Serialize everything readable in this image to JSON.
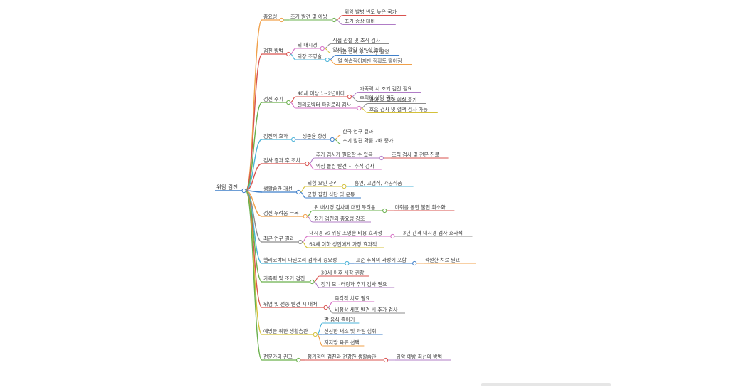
{
  "mindmap": {
    "root": "위암 검진",
    "branches": [
      {
        "label": "중요성",
        "color": "#f0a04a",
        "children": [
          {
            "label": "조기 발견 및 예방",
            "color": "#6ab04c",
            "children": [
              {
                "label": "위암 발병 빈도 높은 국가",
                "color": "#d9534f"
              },
              {
                "label": "조기 증상 대비",
                "color": "#b07cc6"
              }
            ]
          }
        ]
      },
      {
        "label": "검진 방법",
        "color": "#d9534f",
        "children": [
          {
            "label": "위 내시경",
            "color": "#d66fc5",
            "children": [
              {
                "label": "직접 관찰 및 조직 검사",
                "color": "#8c8c8c"
              },
              {
                "label": "암세포 확인 신뢰성 높음",
                "color": "#d4c13a"
              }
            ]
          },
          {
            "label": "위장 조영술",
            "color": "#4bb3d8",
            "children": [
              {
                "label": "바륨 섭취 후 X-ray 촬영",
                "color": "#3f7fc9"
              },
              {
                "label": "덜 침습적이지만 정확도 떨어짐",
                "color": "#f0a04a"
              }
            ]
          }
        ]
      },
      {
        "label": "검진 주기",
        "color": "#6ab04c",
        "children": [
          {
            "label": "40세 이상 1~2년마다",
            "color": "#d9534f",
            "children": [
              {
                "label": "가족력 시 조기 검진 필요",
                "color": "#b07cc6"
              },
              {
                "label": "추적이 상담 권장",
                "color": "#8c8c8c"
              }
            ]
          },
          {
            "label": "헬리코박터 파일로리 검사",
            "color": "#d66fc5",
            "children": [
              {
                "label": "감염 시 위암 위험 증가",
                "color": "#8c8c8c"
              },
              {
                "label": "호흡 검사 및 혈액 검사 가능",
                "color": "#d4c13a"
              }
            ]
          }
        ]
      },
      {
        "label": "검진의 효과",
        "color": "#4bb3d8",
        "children": [
          {
            "label": "생존율 향상",
            "color": "#3f7fc9",
            "children": [
              {
                "label": "한국 연구 결과",
                "color": "#f0a04a"
              },
              {
                "label": "조기 발견 확률 2배 증가",
                "color": "#6ab04c"
              }
            ]
          }
        ]
      },
      {
        "label": "검사 결과 후 조치",
        "color": "#d9534f",
        "children": [
          {
            "label": "추가 검사가 필요할 수 있음",
            "color": "#b07cc6",
            "children": [
              {
                "label": "조직 검사 및 전문 진료",
                "color": "#d9534f"
              }
            ]
          },
          {
            "label": "의심 폴립 발견 시 추적 검사",
            "color": "#d66fc5",
            "children": []
          }
        ]
      },
      {
        "label": "생활습관 개선",
        "color": "#3f7fc9",
        "children": [
          {
            "label": "위험 요인 관리",
            "color": "#d4c13a",
            "children": [
              {
                "label": "흡연, 고염식, 가공식품",
                "color": "#4bb3d8"
              }
            ]
          },
          {
            "label": "균형 잡힌 식단 및 운동",
            "color": "#3f7fc9",
            "children": []
          }
        ]
      },
      {
        "label": "검진 두려움 극복",
        "color": "#f0a04a",
        "children": [
          {
            "label": "위 내시경 검사에 대한 두려움",
            "color": "#6ab04c",
            "children": [
              {
                "label": "마취를 통한 불편 최소화",
                "color": "#d9534f"
              }
            ]
          },
          {
            "label": "정기 검진의 중요성 강조",
            "color": "#b07cc6",
            "children": []
          }
        ]
      },
      {
        "label": "최근 연구 결과",
        "color": "#8c8c8c",
        "children": [
          {
            "label": "내시경 vs 위장 조영술 비용 효과성",
            "color": "#d66fc5",
            "children": [
              {
                "label": "3년 간격 내시경 검사 효과적",
                "color": "#8c8c8c"
              }
            ]
          },
          {
            "label": "69세 이하 성인에게 가장 효과적",
            "color": "#d4c13a",
            "children": []
          }
        ]
      },
      {
        "label": "헬리코박터 파일로리 검사의 중요성",
        "color": "#4bb3d8",
        "children": [
          {
            "label": "표준 추적의 과정에 포함",
            "color": "#3f7fc9",
            "children": [
              {
                "label": "적절한 치료 필요",
                "color": "#f0a04a"
              }
            ]
          }
        ]
      },
      {
        "label": "가족력 및 조기 검진",
        "color": "#6ab04c",
        "children": [
          {
            "label": "30세 이후 시작 권장",
            "color": "#d9534f",
            "children": []
          },
          {
            "label": "정기 모니터링과 추가 검사 필요",
            "color": "#b07cc6",
            "children": []
          }
        ]
      },
      {
        "label": "위염 및 선종 발견 시 대처",
        "color": "#d9534f",
        "children": [
          {
            "label": "즉각적 치료 필요",
            "color": "#d66fc5",
            "children": []
          },
          {
            "label": "비정상 세포 발견 시 추가 검사",
            "color": "#8c8c8c",
            "children": []
          }
        ]
      },
      {
        "label": "예방을 위한 생활습관",
        "color": "#d4c13a",
        "children": [
          {
            "label": "짠 음식 줄이기",
            "color": "#4bb3d8",
            "children": []
          },
          {
            "label": "신선한 채소 및 과일 섭취",
            "color": "#3f7fc9",
            "children": []
          },
          {
            "label": "저지방 육류 선택",
            "color": "#f0a04a",
            "children": []
          }
        ]
      },
      {
        "label": "전문가의 권고",
        "color": "#6ab04c",
        "children": [
          {
            "label": "정기적인 검진과 건강한 생활습관",
            "color": "#d9534f",
            "children": [
              {
                "label": "위암 예방 최선의 방법",
                "color": "#b07cc6"
              }
            ]
          }
        ]
      }
    ]
  },
  "colors": {
    "root_underline": "#3f7fc9",
    "footer_bar": "#e6e6e6"
  }
}
